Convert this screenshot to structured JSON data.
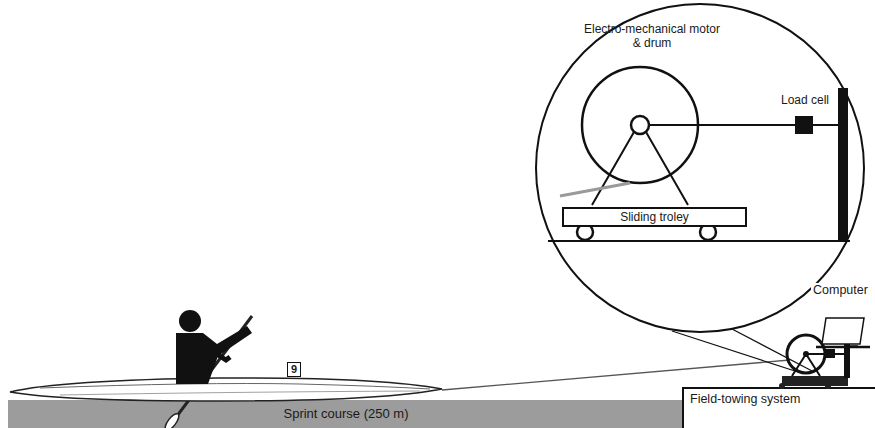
{
  "diagram": {
    "nodes": [
      {
        "text": [
          "Sprint course (250 m)"
        ]
      },
      {
        "text": [
          "9"
        ]
      },
      {
        "text": [
          "Electro-mechanical motor & drum",
          "Load cell"
        ]
      },
      {
        "text": [
          "Sliding troley"
        ],
        "in": 2
      }
    ],
    "labels": [
      "Computer",
      "Field-towing system"
    ]
  }
}
